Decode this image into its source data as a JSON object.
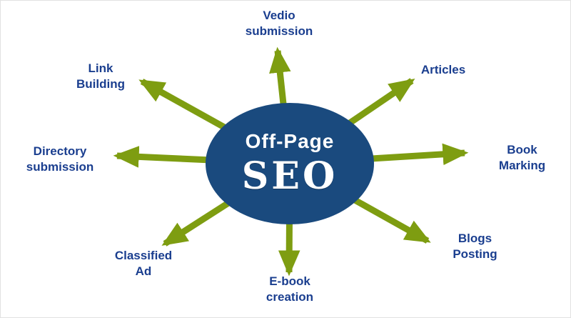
{
  "diagram": {
    "title": "Off-Page SEO",
    "center": {
      "line1": "Off-Page",
      "line2": "SEO"
    },
    "nodes": {
      "top": {
        "label": "Vedio\nsubmission"
      },
      "top_right": {
        "label": "Articles"
      },
      "right": {
        "label": "Book\nMarking"
      },
      "bottom_right": {
        "label": "Blogs\nPosting"
      },
      "bottom": {
        "label": "E-book\ncreation"
      },
      "bottom_left": {
        "label": "Classified\nAd"
      },
      "left": {
        "label": "Directory\nsubmission"
      },
      "top_left": {
        "label": "Link\nBuilding"
      }
    }
  },
  "colors": {
    "circle": "#1a4a7e",
    "arrow": "#7e9d11",
    "label_text": "#1a3e8f",
    "center_text": "#ffffff"
  }
}
